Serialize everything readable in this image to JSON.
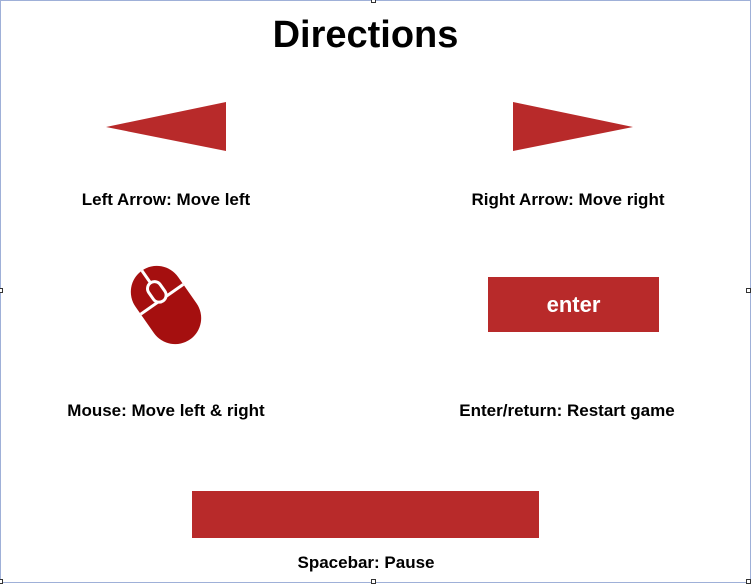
{
  "title": "Directions",
  "controls": {
    "left_arrow": {
      "label": "Left Arrow: Move left",
      "icon": "left-arrow-icon"
    },
    "right_arrow": {
      "label": "Right Arrow: Move right",
      "icon": "right-arrow-icon"
    },
    "mouse": {
      "label": "Mouse: Move left & right",
      "icon": "mouse-icon"
    },
    "enter": {
      "key_text": "enter",
      "label": "Enter/return: Restart game"
    },
    "spacebar": {
      "label": "Spacebar: Pause"
    }
  },
  "colors": {
    "accent": "#b82a2a",
    "mouse": "#a50f0f",
    "text": "#000000",
    "background": "#ffffff"
  }
}
